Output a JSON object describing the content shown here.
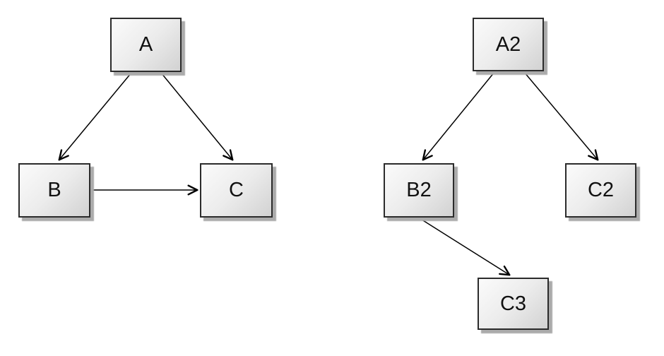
{
  "colors": {
    "background": "#ffffff",
    "node_border": "#2b2b2b",
    "node_fill_light": "#fbfbfb",
    "node_fill_dark": "#d2d2d2",
    "node_shadow": "#ababab",
    "edge_color": "#000000"
  },
  "graphs": {
    "left": {
      "nodes": [
        {
          "id": "A",
          "label": "A"
        },
        {
          "id": "B",
          "label": "B"
        },
        {
          "id": "C",
          "label": "C"
        }
      ],
      "edges": [
        {
          "from": "A",
          "to": "B"
        },
        {
          "from": "A",
          "to": "C"
        },
        {
          "from": "B",
          "to": "C"
        }
      ]
    },
    "right": {
      "nodes": [
        {
          "id": "A2",
          "label": "A2"
        },
        {
          "id": "B2",
          "label": "B2"
        },
        {
          "id": "C2",
          "label": "C2"
        },
        {
          "id": "C3",
          "label": "C3"
        }
      ],
      "edges": [
        {
          "from": "A2",
          "to": "B2"
        },
        {
          "from": "A2",
          "to": "C2"
        },
        {
          "from": "B2",
          "to": "C3"
        }
      ]
    }
  }
}
